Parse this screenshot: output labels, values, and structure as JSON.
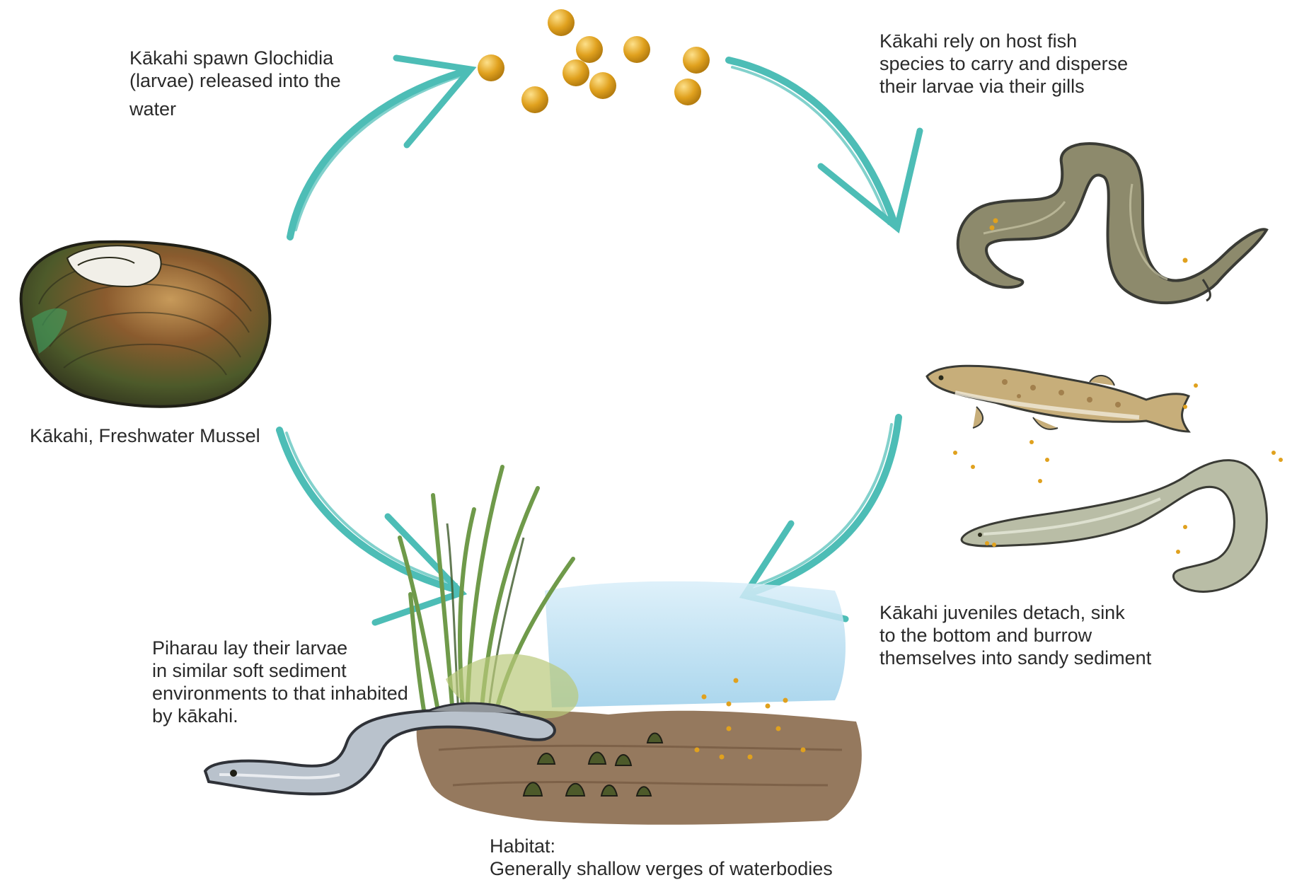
{
  "labels": {
    "spawn": {
      "line1": "Kākahi spawn Glochidia",
      "line2": "(larvae) released into the",
      "line3": "water"
    },
    "host": {
      "line1": "Kākahi rely on host fish",
      "line2": "species to carry and disperse",
      "line3": "their larvae via their gills"
    },
    "mussel": {
      "line1": "Kākahi, Freshwater Mussel"
    },
    "juveniles": {
      "line1": "Kākahi juveniles detach, sink",
      "line2": "to the bottom and burrow",
      "line3": "themselves into sandy sediment"
    },
    "piharau": {
      "line1": "Piharau lay their larvae",
      "line2": "in similar soft sediment",
      "line3": "environments to that inhabited",
      "line4": "by kākahi."
    },
    "habitat": {
      "line1": "Habitat:",
      "line2": "Generally shallow verges of waterbodies"
    }
  },
  "colors": {
    "arrow": "#4dbdb6",
    "larvae": "#e0a11e",
    "eel_body": "#8d8a6c",
    "lamprey_body": "#b9c2cc",
    "fish_body": "#c7ae7a",
    "sediment": "#8a6a4c",
    "water": "#a9d6ee",
    "reeds": "#6f9a4a"
  },
  "icons": [
    "mussel-illustration",
    "larvae-cluster",
    "eel-illustration",
    "fish-illustration",
    "lamprey-illustration",
    "habitat-illustration"
  ]
}
